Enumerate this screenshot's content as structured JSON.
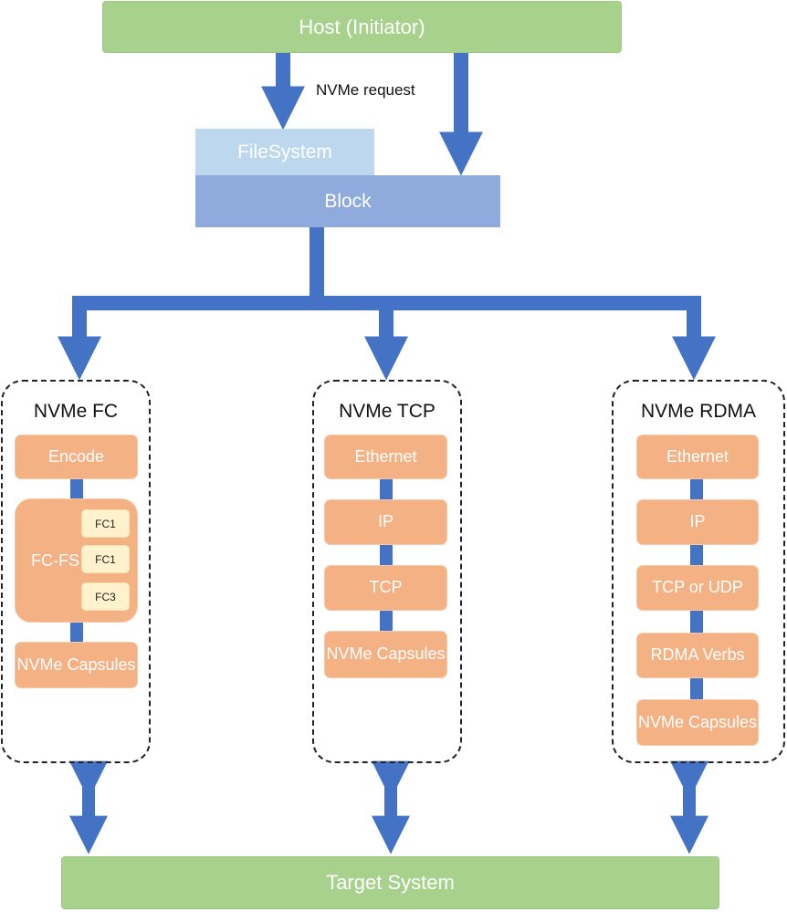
{
  "host": {
    "label": "Host (Initiator)"
  },
  "request_label": "NVMe request",
  "filesystem": {
    "label": "FileSystem"
  },
  "block": {
    "label": "Block"
  },
  "stacks": {
    "fc": {
      "title": "NVMe FC",
      "encode": "Encode",
      "fcfs": "FC-FS",
      "sub": [
        "FC1",
        "FC1",
        "FC3"
      ],
      "capsules": "NVMe Capsules"
    },
    "tcp": {
      "title": "NVMe TCP",
      "layers": [
        "Ethernet",
        "IP",
        "TCP",
        "NVMe Capsules"
      ]
    },
    "rdma": {
      "title": "NVMe RDMA",
      "layers": [
        "Ethernet",
        "IP",
        "TCP or UDP",
        "RDMA Verbs",
        "NVMe Capsules"
      ]
    }
  },
  "target": {
    "label": "Target System"
  },
  "colors": {
    "arrow": "#4472c4",
    "green": "#a9d18e",
    "layer": "#f4b183",
    "block": "#8faadc",
    "filesystem": "#bdd7ee",
    "sublayer": "#fff2cc"
  }
}
